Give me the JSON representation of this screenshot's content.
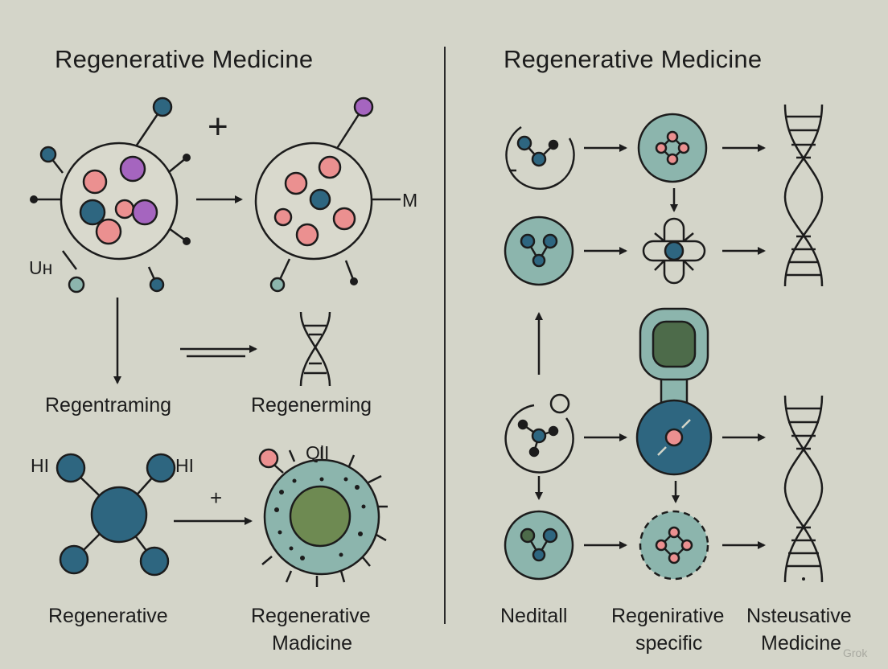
{
  "left_panel": {
    "title": "Regenerative Medicine",
    "plus_top": "+",
    "label_uh": "Uн",
    "label_m": "M",
    "label_regentraming": "Regentraming",
    "label_regenerming": "Regenerming",
    "label_hi_left": "HI",
    "label_hi_right": "HI",
    "label_qll": "QlI",
    "plus_bottom": "+",
    "label_regenerative": "Regenerative",
    "label_regen_med_line1": "Regenerative",
    "label_regen_med_line2": "Madicine"
  },
  "right_panel": {
    "title": "Regenerative Medicine",
    "label_neditall": "Neditall",
    "label_specific_line1": "Regenirative",
    "label_specific_line2": "specific",
    "label_nsteusative_line1": "Nsteusative",
    "label_nsteusative_line2": "Medicine"
  },
  "watermark": "Grok",
  "colors": {
    "background": "#d4d5c9",
    "teal": "#2e6680",
    "sage": "#8cb5ad",
    "pink": "#eb9090",
    "purple": "#a565bf",
    "green": "#6e8a52",
    "ink": "#1c1c1c"
  }
}
